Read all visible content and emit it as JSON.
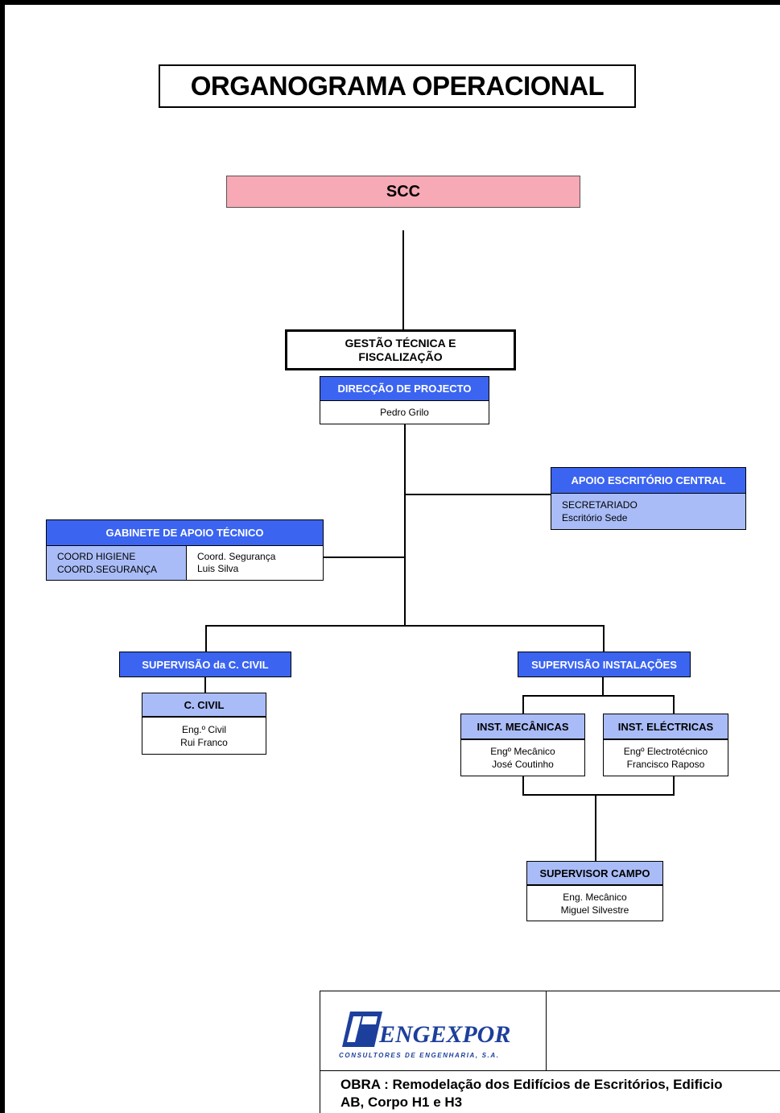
{
  "title": "ORGANOGRAMA OPERACIONAL",
  "scc": "SCC",
  "gestao": {
    "line1": "GESTÃO TÉCNICA E",
    "line2": "FISCALIZAÇÃO"
  },
  "direccao": {
    "header": "DIRECÇÃO DE  PROJECTO",
    "name": "Pedro Grilo"
  },
  "apoio_escritorio": {
    "header": "APOIO ESCRITÓRIO CENTRAL",
    "line1": "SECRETARIADO",
    "line2": "Escritório Sede"
  },
  "gabinete": {
    "header": "GABINETE DE APOIO TÉCNICO",
    "left_line1": "COORD HIGIENE",
    "left_line2": "COORD.SEGURANÇA",
    "right_line1": "Coord. Segurança",
    "right_line2": "Luis Silva"
  },
  "sup_civil": {
    "header": "SUPERVISÃO da  C. CIVIL"
  },
  "c_civil": {
    "header": "C. CIVIL",
    "line1": "Eng.º Civil",
    "line2": "Rui Franco"
  },
  "sup_instal": {
    "header": "SUPERVISÃO  INSTALAÇÕES"
  },
  "inst_mec": {
    "header": "INST. MECÂNICAS",
    "line1": "Engº Mecânico",
    "line2": "José Coutinho"
  },
  "inst_elec": {
    "header": "INST. ELÉCTRICAS",
    "line1": "Engº Electrotécnico",
    "line2": "Francisco Raposo"
  },
  "sup_campo": {
    "header": "SUPERVISOR CAMPO",
    "line1": "Eng. Mecânico",
    "line2": "Miguel Silvestre"
  },
  "footer": {
    "logo_name": "ENGEXPOR",
    "logo_sub": "CONSULTORES DE ENGENHARIA, S.A.",
    "obra_line1": "OBRA : Remodelação dos Edifícios de Escritórios, Edificio",
    "obra_line2": "AB, Corpo H1 e H3"
  },
  "colors": {
    "header_blue": "#3b64f0",
    "light_blue": "#a9bcf7",
    "scc_pink": "#f7a9b5",
    "logo_blue": "#1d3f9c"
  }
}
